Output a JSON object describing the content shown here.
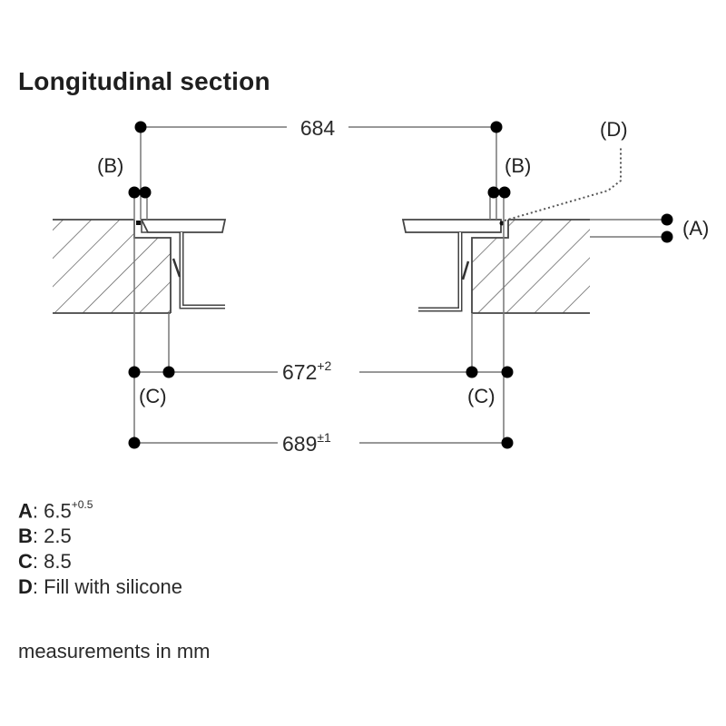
{
  "title": "Longitudinal section",
  "dimensions": {
    "top": {
      "value": "684",
      "tolerance": ""
    },
    "middle": {
      "value": "672",
      "tolerance": "+2"
    },
    "bottom": {
      "value": "689",
      "tolerance": "±1"
    }
  },
  "callouts": {
    "a": "(A)",
    "b_left": "(B)",
    "b_right": "(B)",
    "c_left": "(C)",
    "c_right": "(C)",
    "d": "(D)"
  },
  "legend": [
    {
      "key": "A",
      "sep": ":",
      "value": "6.5",
      "sup": "+0.5"
    },
    {
      "key": "B",
      "sep": ":",
      "value": "2.5",
      "sup": ""
    },
    {
      "key": "C",
      "sep": ":",
      "value": "8.5",
      "sup": ""
    },
    {
      "key": "D",
      "sep": ":",
      "value": "Fill with silicone",
      "sup": ""
    }
  ],
  "note": "measurements in mm",
  "colors": {
    "line": "#555555",
    "dot": "#000000",
    "hatch": "#444444"
  }
}
